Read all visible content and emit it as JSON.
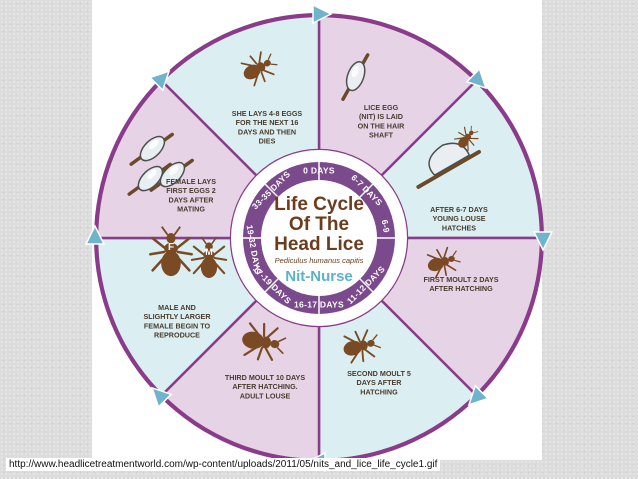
{
  "center": {
    "title_line1": "Life Cycle",
    "title_line2": "Of The",
    "title_line3": "Head Lice",
    "subtitle": "Pediculus humanus capitis",
    "brand": "Nit-Nurse"
  },
  "ring_labels": [
    "0 DAYS",
    "6-7 DAYS",
    "6-9",
    "11-12 DAYS",
    "16-17 DAYS",
    "17-19 DAYS",
    "19-32 DAYS",
    "33-35 DAYS"
  ],
  "segments": [
    {
      "lines": [
        "LICE EGG",
        "(NIT) IS LAID",
        "ON THE HAIR",
        "SHAFT"
      ]
    },
    {
      "lines": [
        "AFTER 6-7 DAYS",
        "YOUNG LOUSE",
        "HATCHES"
      ]
    },
    {
      "lines": [
        "FIRST MOULT 2 DAYS",
        "AFTER HATCHING"
      ]
    },
    {
      "lines": [
        "SECOND MOULT 5",
        "DAYS AFTER",
        "HATCHING"
      ]
    },
    {
      "lines": [
        "THIRD MOULT 10 DAYS",
        "AFTER HATCHING.",
        "ADULT LOUSE"
      ]
    },
    {
      "lines": [
        "MALE AND",
        "SLIGHTLY LARGER",
        "FEMALE BEGIN TO",
        "REPRODUCE"
      ]
    },
    {
      "lines": [
        "FEMALE LAYS",
        "FIRST EGGS 2",
        "DAYS AFTER",
        "MATING"
      ]
    },
    {
      "lines": [
        "SHE LAYS 4-8 EGGS",
        "FOR THE NEXT 16",
        "DAYS AND THEN",
        "DIES"
      ]
    }
  ],
  "sex_labels": {
    "female": "F",
    "male": "M"
  },
  "source_url": "http://www.headlicetreatmentworld.com/wp-content/uploads/2011/05/nits_and_lice_life_cycle1.gif",
  "colors": {
    "pink": "#e6d3e6",
    "blue": "#dbeff2",
    "purple": "#8a3c8a",
    "ring": "#7b4a8c",
    "louse": "#7a4a24",
    "arrow": "#6fb4cc",
    "brown_text": "#6b3c1e"
  }
}
